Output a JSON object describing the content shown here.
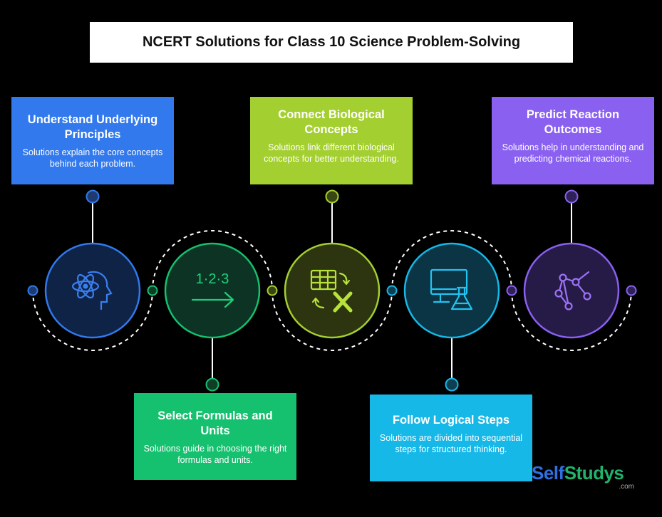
{
  "title": "NCERT Solutions for Class 10 Science Problem-Solving",
  "steps": [
    {
      "heading": "Understand Underlying Principles",
      "description": "Solutions explain the core concepts behind each problem.",
      "color": "#3179ec",
      "icon": "atom-head-icon"
    },
    {
      "heading": "Select Formulas and Units",
      "description": "Solutions guide in choosing the right formulas and units.",
      "color": "#15c06e",
      "icon": "sequence-arrow-icon"
    },
    {
      "heading": "Connect Biological Concepts",
      "description": "Solutions link different biological concepts for better understanding.",
      "color": "#a4cf30",
      "icon": "spreadsheet-exchange-icon"
    },
    {
      "heading": "Follow Logical Steps",
      "description": "Solutions are divided into sequential steps for structured thinking.",
      "color": "#16b8e8",
      "icon": "computer-flask-icon"
    },
    {
      "heading": "Predict Reaction Outcomes",
      "description": "Solutions help in understanding and predicting chemical reactions.",
      "color": "#8a60f0",
      "icon": "molecule-network-icon"
    }
  ],
  "icon_labels": {
    "sequence": "1·2·3"
  },
  "brand": {
    "part1": "Self",
    "part2": "Studys",
    "suffix": ".com"
  }
}
